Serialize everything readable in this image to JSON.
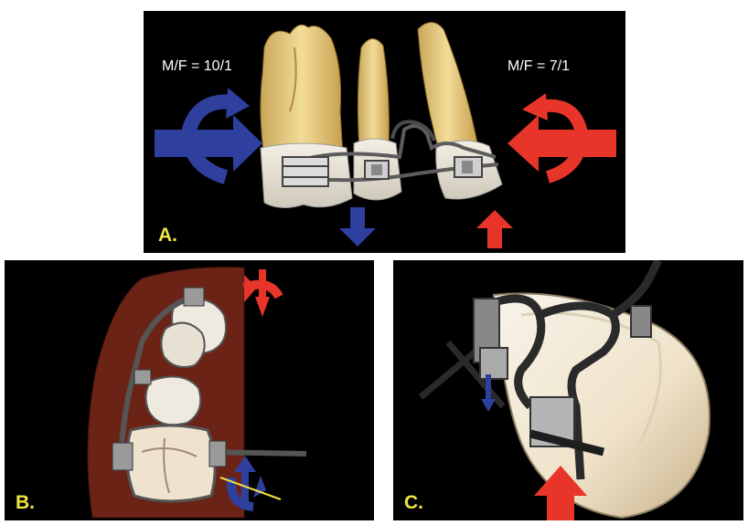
{
  "panel_a": {
    "label": "A.",
    "ratio_left": "M/F = 10/1",
    "ratio_right": "M/F = 7/1"
  },
  "panel_b": {
    "label": "B."
  },
  "panel_c": {
    "label": "C."
  },
  "colors": {
    "force_blue": "#2e3f9e",
    "force_red": "#e8352a",
    "label_yellow": "#f0e442",
    "tissue": "#6b2316",
    "tooth_root": "#e9cf7e",
    "crown": "#ece8de",
    "wire": "#555555"
  }
}
